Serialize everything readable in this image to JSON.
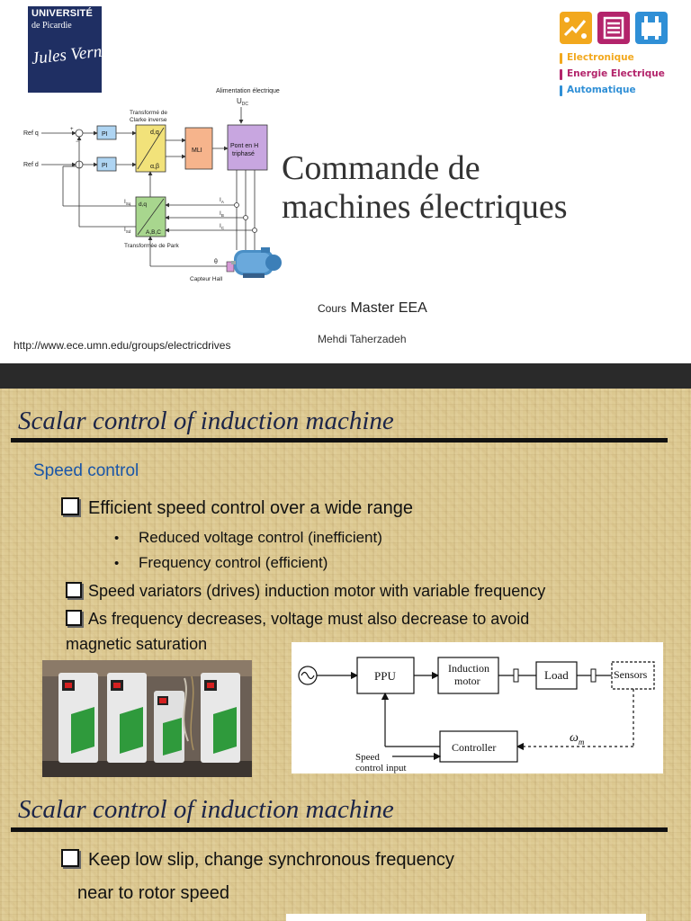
{
  "slide1": {
    "university": {
      "name": "UNIVERSITÉ",
      "line2": "de Picardie",
      "script": "Jules Verne"
    },
    "departments": [
      {
        "label": "Electronique",
        "color": "#f2a81d"
      },
      {
        "label": "Energie Electrique",
        "color": "#b3246b"
      },
      {
        "label": "Automatique",
        "color": "#2f8fd6"
      }
    ],
    "title_line1": "Commande de",
    "title_line2": "machines électriques",
    "cours_prefix": "Cours",
    "cours_name": "Master EEA",
    "author": "Mehdi Taherzadeh",
    "source_url": "http://www.ece.umn.edu/groups/electricdrives",
    "diagram": {
      "supply_label": "Alimentation électrique",
      "udc": "U",
      "udc_sub": "DC",
      "ref_q": "Ref q",
      "ref_d": "Ref d",
      "pi": "PI",
      "clarke_label_1": "Transformé de",
      "clarke_label_2": "Clarke inverse",
      "dq": "d,q",
      "ab": "α,β",
      "mli": "MLI",
      "bridge_1": "Pont en H",
      "bridge_2": "triphasé",
      "isq": "I",
      "isq_sub": "Sq",
      "isd": "I",
      "isd_sub": "Sd",
      "abc": "A,B,C",
      "park_label": "Transformée de Park",
      "ia": "I",
      "ia_sub": "A",
      "ib": "I",
      "ib_sub": "B",
      "ic": "I",
      "ic_sub": "C",
      "theta": "θ",
      "hall": "Capteur Hall",
      "plus": "+",
      "minus": "−"
    }
  },
  "slide2": {
    "title": "Scalar control of induction machine",
    "subtitle": "Speed control",
    "items": [
      "Efficient speed control over a wide range",
      "Speed variators (drives) induction motor with variable frequency",
      "As frequency decreases, voltage must also decrease to avoid",
      "magnetic saturation"
    ],
    "sub_items": [
      "Reduced voltage control (inefficient)",
      "Frequency control (efficient)"
    ],
    "block_diagram": {
      "ppu": "PPU",
      "motor_1": "Induction",
      "motor_2": "motor",
      "load": "Load",
      "sensors": "Sensors",
      "controller": "Controller",
      "omega": "ω",
      "omega_sub": "m",
      "input_1": "Speed",
      "input_2": "control input"
    }
  },
  "slide3": {
    "title": "Scalar control of induction machine",
    "items": [
      "Keep low slip, change synchronous frequency",
      "near to rotor speed"
    ]
  }
}
